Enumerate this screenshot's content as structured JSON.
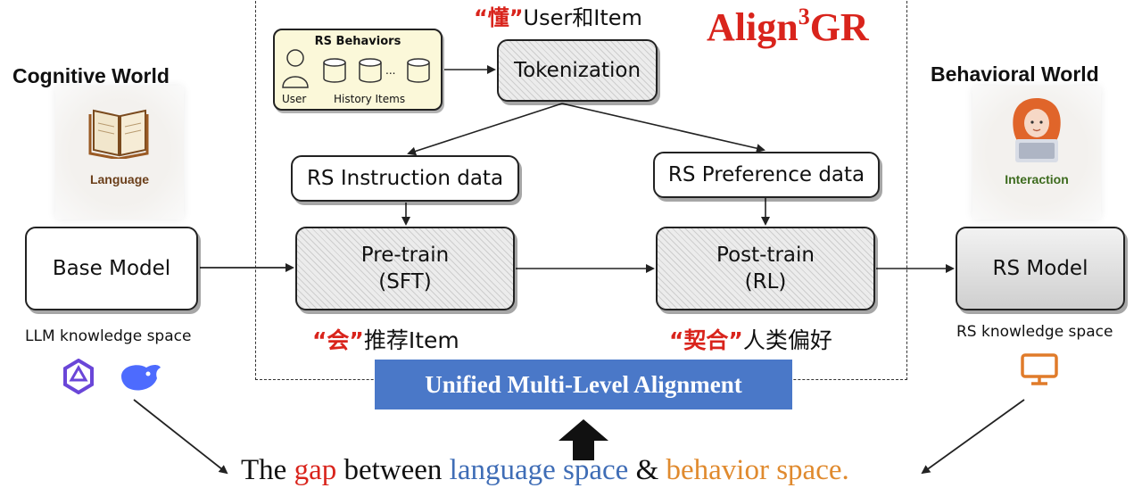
{
  "title": {
    "prefix": "Align",
    "superscript": "3",
    "suffix": "GR"
  },
  "top_caption": {
    "quoted": "“懂”",
    "rest": "User和Item"
  },
  "left": {
    "world_label": "Cognitive World",
    "icon_label": "Language",
    "model": "Base Model",
    "space_label": "LLM knowledge space"
  },
  "right": {
    "world_label": "Behavioral World",
    "icon_label": "Interaction",
    "model": "RS Model",
    "space_label": "RS knowledge space"
  },
  "behaviors": {
    "title": "RS Behaviors",
    "user_label": "User",
    "items_label": "History Items",
    "ellipsis": "..."
  },
  "tokenization": "Tokenization",
  "instruction_data": "RS Instruction data",
  "preference_data": "RS Preference data",
  "pretrain": {
    "line1": "Pre-train",
    "line2": "(SFT)"
  },
  "posttrain": {
    "line1": "Post-train",
    "line2": "(RL)"
  },
  "caption_left": {
    "quoted": "“会”",
    "rest": "推荐Item"
  },
  "caption_right": {
    "quoted": "“契合”",
    "rest": "人类偏好"
  },
  "banner": "Unified Multi-Level Alignment",
  "bottom_sentence": {
    "w1": "The ",
    "w2": "gap",
    "w3": " between ",
    "w4": "language space",
    "w5": " & ",
    "w6": "behavior space."
  },
  "colors": {
    "accent_red": "#d9241c",
    "banner_blue": "#4a78c8",
    "language_blue": "#3f6db6",
    "behavior_orange": "#e08a2e",
    "behaviors_box_fill": "#fbf8d9"
  },
  "icons": [
    "book-icon",
    "person-laptop-icon",
    "star-logo-icon",
    "whale-logo-icon",
    "monitor-icon",
    "user-icon",
    "database-icon",
    "up-arrow-icon"
  ]
}
